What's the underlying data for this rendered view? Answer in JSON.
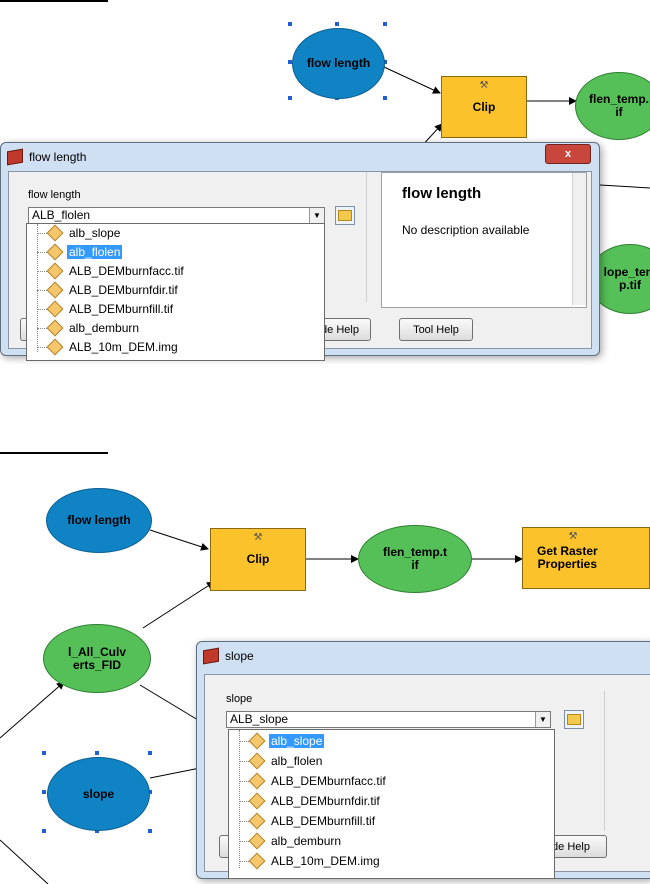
{
  "top": {
    "nodes": {
      "flow_length": "flow length",
      "clip": "Clip",
      "flen_temp": "flen_temp.\nif",
      "slope_temp": "lope_tem\np.tif"
    },
    "dialog": {
      "title": "flow length",
      "close_label": "x",
      "param_label": "flow length",
      "combo_value": "ALB_flolen",
      "items": [
        {
          "label": "alb_slope",
          "selected": false
        },
        {
          "label": "alb_flolen",
          "selected": true
        },
        {
          "label": "ALB_DEMburnfacc.tif",
          "selected": false
        },
        {
          "label": "ALB_DEMburnfdir.tif",
          "selected": false
        },
        {
          "label": "ALB_DEMburnfill.tif",
          "selected": false
        },
        {
          "label": "alb_demburn",
          "selected": false
        },
        {
          "label": "ALB_10m_DEM.img",
          "selected": false
        }
      ],
      "help_title": "flow length",
      "help_desc": "No description available",
      "btn_model_help": "de Help",
      "btn_tool_help": "Tool Help"
    }
  },
  "bottom": {
    "nodes": {
      "flow_length": "flow length",
      "clip": "Clip",
      "flen_temp": "flen_temp.t\nif",
      "get_raster": "Get Raster\nProperties",
      "culverts": "l_All_Culv\nerts_FID",
      "slope": "slope"
    },
    "dialog": {
      "title": "slope",
      "param_label": "slope",
      "combo_value": "ALB_slope",
      "items": [
        {
          "label": "alb_slope",
          "selected": true
        },
        {
          "label": "alb_flolen",
          "selected": false
        },
        {
          "label": "ALB_DEMburnfacc.tif",
          "selected": false
        },
        {
          "label": "ALB_DEMburnfdir.tif",
          "selected": false
        },
        {
          "label": "ALB_DEMburnfill.tif",
          "selected": false
        },
        {
          "label": "alb_demburn",
          "selected": false
        },
        {
          "label": "ALB_10m_DEM.img",
          "selected": false
        }
      ],
      "btn_model_help": "de Help"
    }
  },
  "colors": {
    "variable_blue": "#0f83c4",
    "output_green": "#55c058",
    "tool_yellow": "#fcc22b",
    "selection": "#3399ff"
  }
}
